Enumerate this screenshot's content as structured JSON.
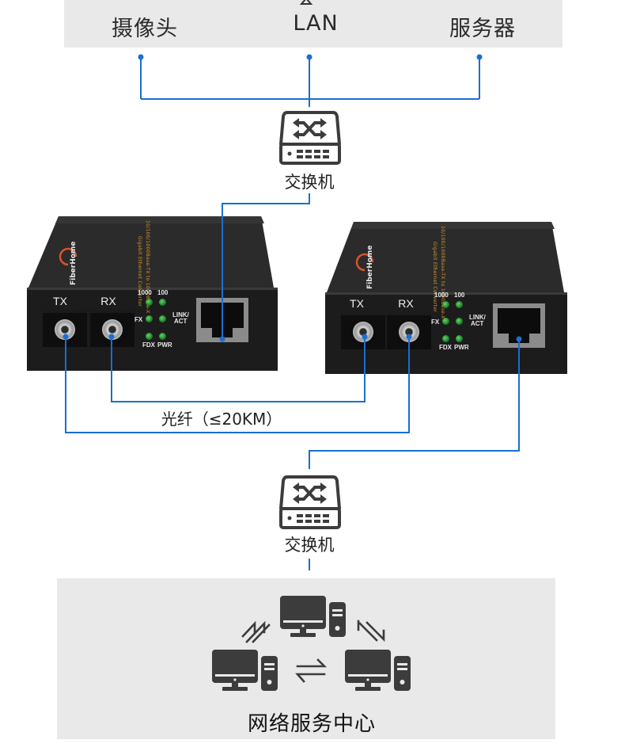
{
  "top_panel": {
    "labels": [
      "摄像头",
      "LAN",
      "服务器"
    ]
  },
  "switches": [
    {
      "label": "交换机",
      "icon": "network-switch-icon"
    },
    {
      "label": "交换机",
      "icon": "network-switch-icon"
    }
  ],
  "media_converters": [
    {
      "ports": {
        "tx": "TX",
        "rx": "RX"
      },
      "led_labels": {
        "speed_1000": "1000",
        "speed_100": "100",
        "fx": "FX",
        "link_act": "LINK/",
        "link_act_2": "ACT",
        "fdx": "FDX",
        "pwr": "PWR"
      },
      "brand": "FiberHome",
      "printed_label": [
        "10/100/1000Base-TX to 1000Base-X",
        "Gigabit Ethernet Converter"
      ]
    },
    {
      "ports": {
        "tx": "TX",
        "rx": "RX"
      },
      "led_labels": {
        "speed_1000": "1000",
        "speed_100": "100",
        "fx": "FX",
        "link_act": "LINK/",
        "link_act_2": "ACT",
        "fdx": "FDX",
        "pwr": "PWR"
      },
      "brand": "FiberHome",
      "printed_label": [
        "10/100/1000Base-TX to 1000Base-X",
        "Gigabit Ethernet Converter"
      ]
    }
  ],
  "fiber_link": {
    "label": "光纤（≤20KM）"
  },
  "bottom_panel": {
    "title": "网络服务中心",
    "computers": [
      "computer-top",
      "computer-left",
      "computer-right"
    ]
  },
  "colors": {
    "line": "#1a6fd1",
    "panel_bg": "#e9e9e9",
    "icon_dark": "#3c3c3c",
    "device_body": "#1c1c1c",
    "led_green": "#1e8a2a",
    "label_orange": "#d9962b"
  }
}
